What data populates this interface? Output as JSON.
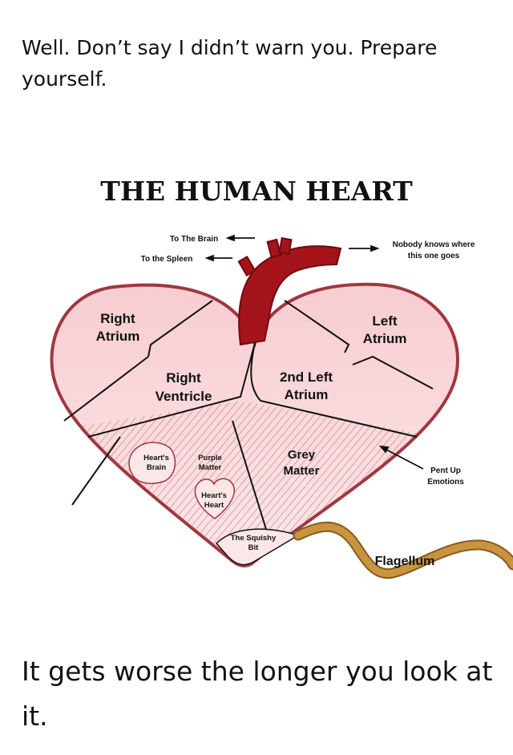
{
  "post": {
    "caption_top": "Well. Don’t say I didn’t warn you. Prepare yourself.",
    "caption_bottom": "It gets worse the longer you look at it."
  },
  "diagram": {
    "title": "THE HUMAN HEART",
    "labels": {
      "to_brain": "To The Brain",
      "to_spleen": "To the Spleen",
      "nobody_1": "Nobody knows where",
      "nobody_2": "this one goes",
      "right_atrium_1": "Right",
      "right_atrium_2": "Atrium",
      "left_atrium_1": "Left",
      "left_atrium_2": "Atrium",
      "right_ventricle_1": "Right",
      "right_ventricle_2": "Ventricle",
      "second_left_atrium_1": "2nd Left",
      "second_left_atrium_2": "Atrium",
      "hearts_brain_1": "Heart's",
      "hearts_brain_2": "Brain",
      "purple_matter_1": "Purple",
      "purple_matter_2": "Matter",
      "grey_matter_1": "Grey",
      "grey_matter_2": "Matter",
      "hearts_heart_1": "Heart's",
      "hearts_heart_2": "Heart",
      "pent_up_1": "Pent Up",
      "pent_up_2": "Emotions",
      "squishy_1": "The Squishy",
      "squishy_2": "Bit",
      "flagellum": "Flagellum"
    },
    "colors": {
      "heart_fill_top": "#f7cdd1",
      "heart_fill_bottom": "#fbe6e8",
      "heart_outline": "#a0373f",
      "aorta": "#a5141b",
      "flagellum": "#c9943f",
      "hatch": "#b55a62"
    }
  }
}
